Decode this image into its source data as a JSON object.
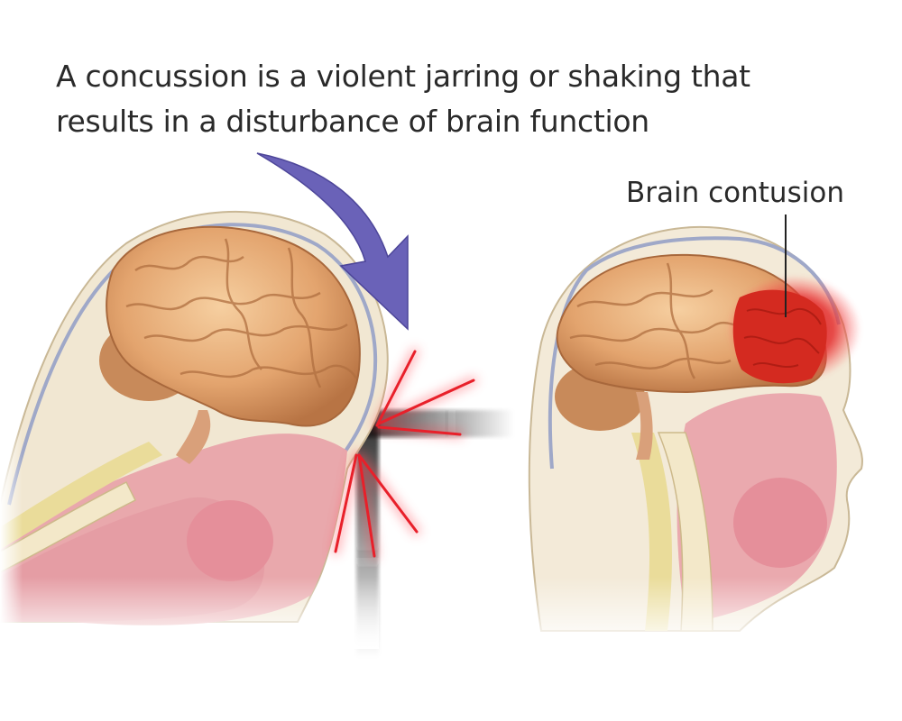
{
  "caption": {
    "line1": "A concussion is a violent jarring or shaking that",
    "line2": "results in a disturbance of brain function"
  },
  "labels": {
    "contusion": "Brain contusion"
  },
  "figures": [
    {
      "name": "concussion-head",
      "description": "Sagittal head section with impact arrow and red force lines at back of skull"
    },
    {
      "name": "contusion-head",
      "description": "Sagittal head section with red bruised frontal lobe region"
    }
  ],
  "colors": {
    "arrow": "#6a62b8",
    "impact": "#e8202a",
    "brain": "#e0a070",
    "contusion": "#d42a20",
    "tissue": "#e7a3a8",
    "skull": "#e9dcc0",
    "text": "#2a2a2a"
  }
}
